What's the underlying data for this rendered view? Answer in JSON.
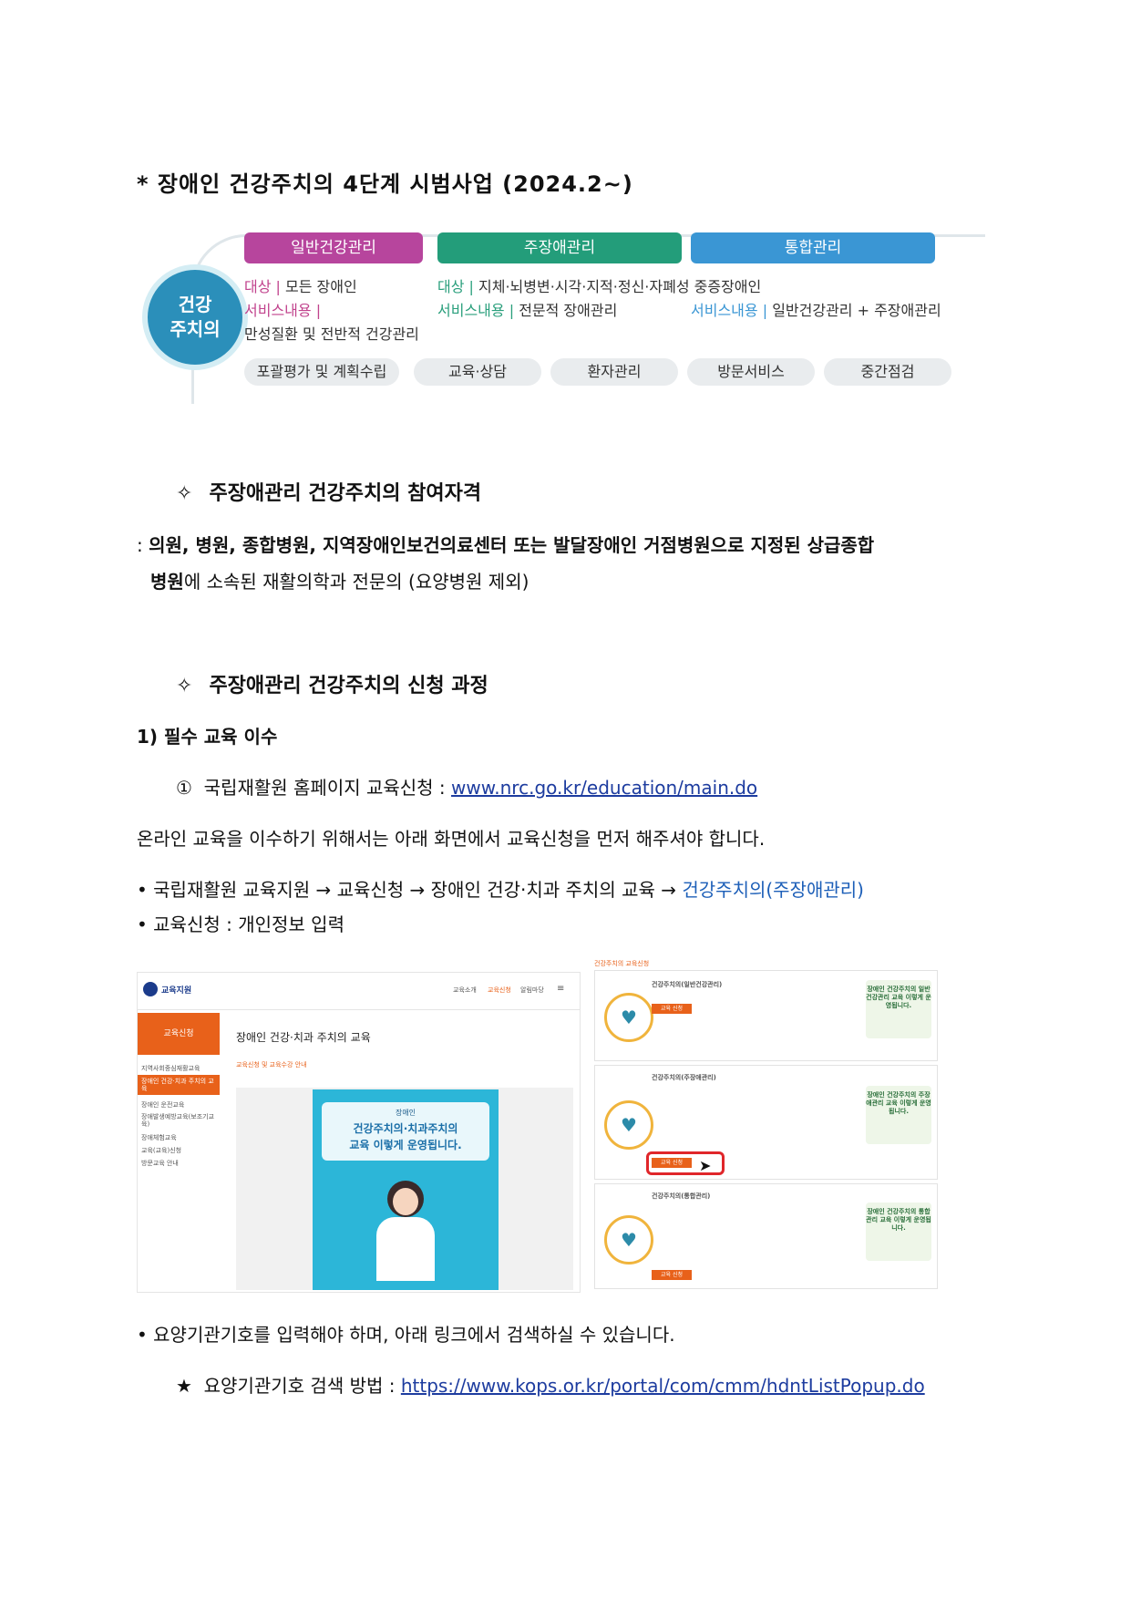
{
  "title": "* 장애인 건강주치의 4단계 시범사업 (2024.2~)",
  "diagram": {
    "circle_line1": "건강",
    "circle_line2": "주치의",
    "headers": {
      "general": "일반건강관리",
      "main": "주장애관리",
      "integrated": "통합관리"
    },
    "general": {
      "target_label": "대상",
      "target": "모든 장애인",
      "service_label": "서비스내용",
      "service": "만성질환 및 전반적 건강관리"
    },
    "main": {
      "target_label": "대상",
      "target": "지체·뇌병변·시각·지적·정신·자폐성 중증장애인",
      "service_label": "서비스내용",
      "service": "전문적 장애관리"
    },
    "integrated": {
      "service_label": "서비스내용",
      "service": "일반건강관리 + 주장애관리"
    },
    "pills": [
      "포괄평가 및 계획수립",
      "교육·상담",
      "환자관리",
      "방문서비스",
      "중간점검"
    ]
  },
  "sec1": {
    "marker": "✧",
    "heading": "주장애관리 건강주치의 참여자격",
    "line1_prefix": ":",
    "line1_bold": "의원, 병원, 종합병원, 지역장애인보건의료센터 또는 발달장애인 거점병원으로 지정된 상급종합",
    "line2_bold": "병원",
    "line2_rest": "에 소속된 재활의학과 전문의 (요양병원 제외)"
  },
  "sec2": {
    "marker": "✧",
    "heading": "주장애관리 건강주치의 신청 과정",
    "step1": "1)  필수 교육 이수",
    "item1_marker": "①",
    "item1_text": "국립재활원 홈페이지 교육신청 :",
    "item1_link": "www.nrc.go.kr/education/main.do",
    "para": "온라인 교육을 이수하기 위해서는 아래 화면에서 교육신청을 먼저 해주셔야 합니다.",
    "bullet1_text": "국립재활원 교육지원 → 교육신청 → 장애인 건강·치과 주치의 교육 →",
    "bullet1_blue": "건강주치의(주장애관리)",
    "bullet2": "교육신청 : 개인정보 입력",
    "bullet3": "요양기관기호를 입력해야 하며, 아래 링크에서 검색하실 수 있습니다.",
    "star_marker": "★",
    "star_text": "요양기관기호 검색 방법 :",
    "star_link": "https://www.kops.or.kr/portal/com/cmm/hdntListPopup.do"
  },
  "shot_left": {
    "logo": "교육지원",
    "nav": [
      "교육소개",
      "교육신청",
      "알림마당"
    ],
    "side_title": "교육신청",
    "side_items": [
      "지역사회중심재활교육",
      "장애인 건강·치과 주치의 교육",
      "장애인 운전교육",
      "장애발생예방교육(보조기교육)",
      "장애체험교육",
      "교육(교육)신청",
      "방문교육 안내"
    ],
    "page_title": "장애인 건강·치과 주치의 교육",
    "sub_title": "교육신청 및 교육수강 안내",
    "poster_line1": "장애인",
    "poster_line2": "건강주치의·치과주치의",
    "poster_line3": "교육 이렇게 운영됩니다."
  },
  "shot_right": {
    "top_label": "건강주치의 교육신청",
    "cards": [
      {
        "title": "건강주치의(일반건강관리)",
        "btn": "교육 신청",
        "side": "장애인 건강주치의 일반건강관리 교육 이렇게 운영됩니다."
      },
      {
        "title": "건강주치의(주장애관리)",
        "btn": "교육 신청",
        "side": "장애인 건강주치의 주장애관리 교육 이렇게 운영됩니다."
      },
      {
        "title": "건강주치의(통합관리)",
        "btn": "교육 신청",
        "side": "장애인 건강주치의 통합관리 교육 이렇게 운영됩니다."
      }
    ]
  },
  "colors": {
    "general": "#b7459d",
    "main": "#239d7a",
    "integrated": "#3a96d4",
    "highlight": "#e0262a"
  }
}
